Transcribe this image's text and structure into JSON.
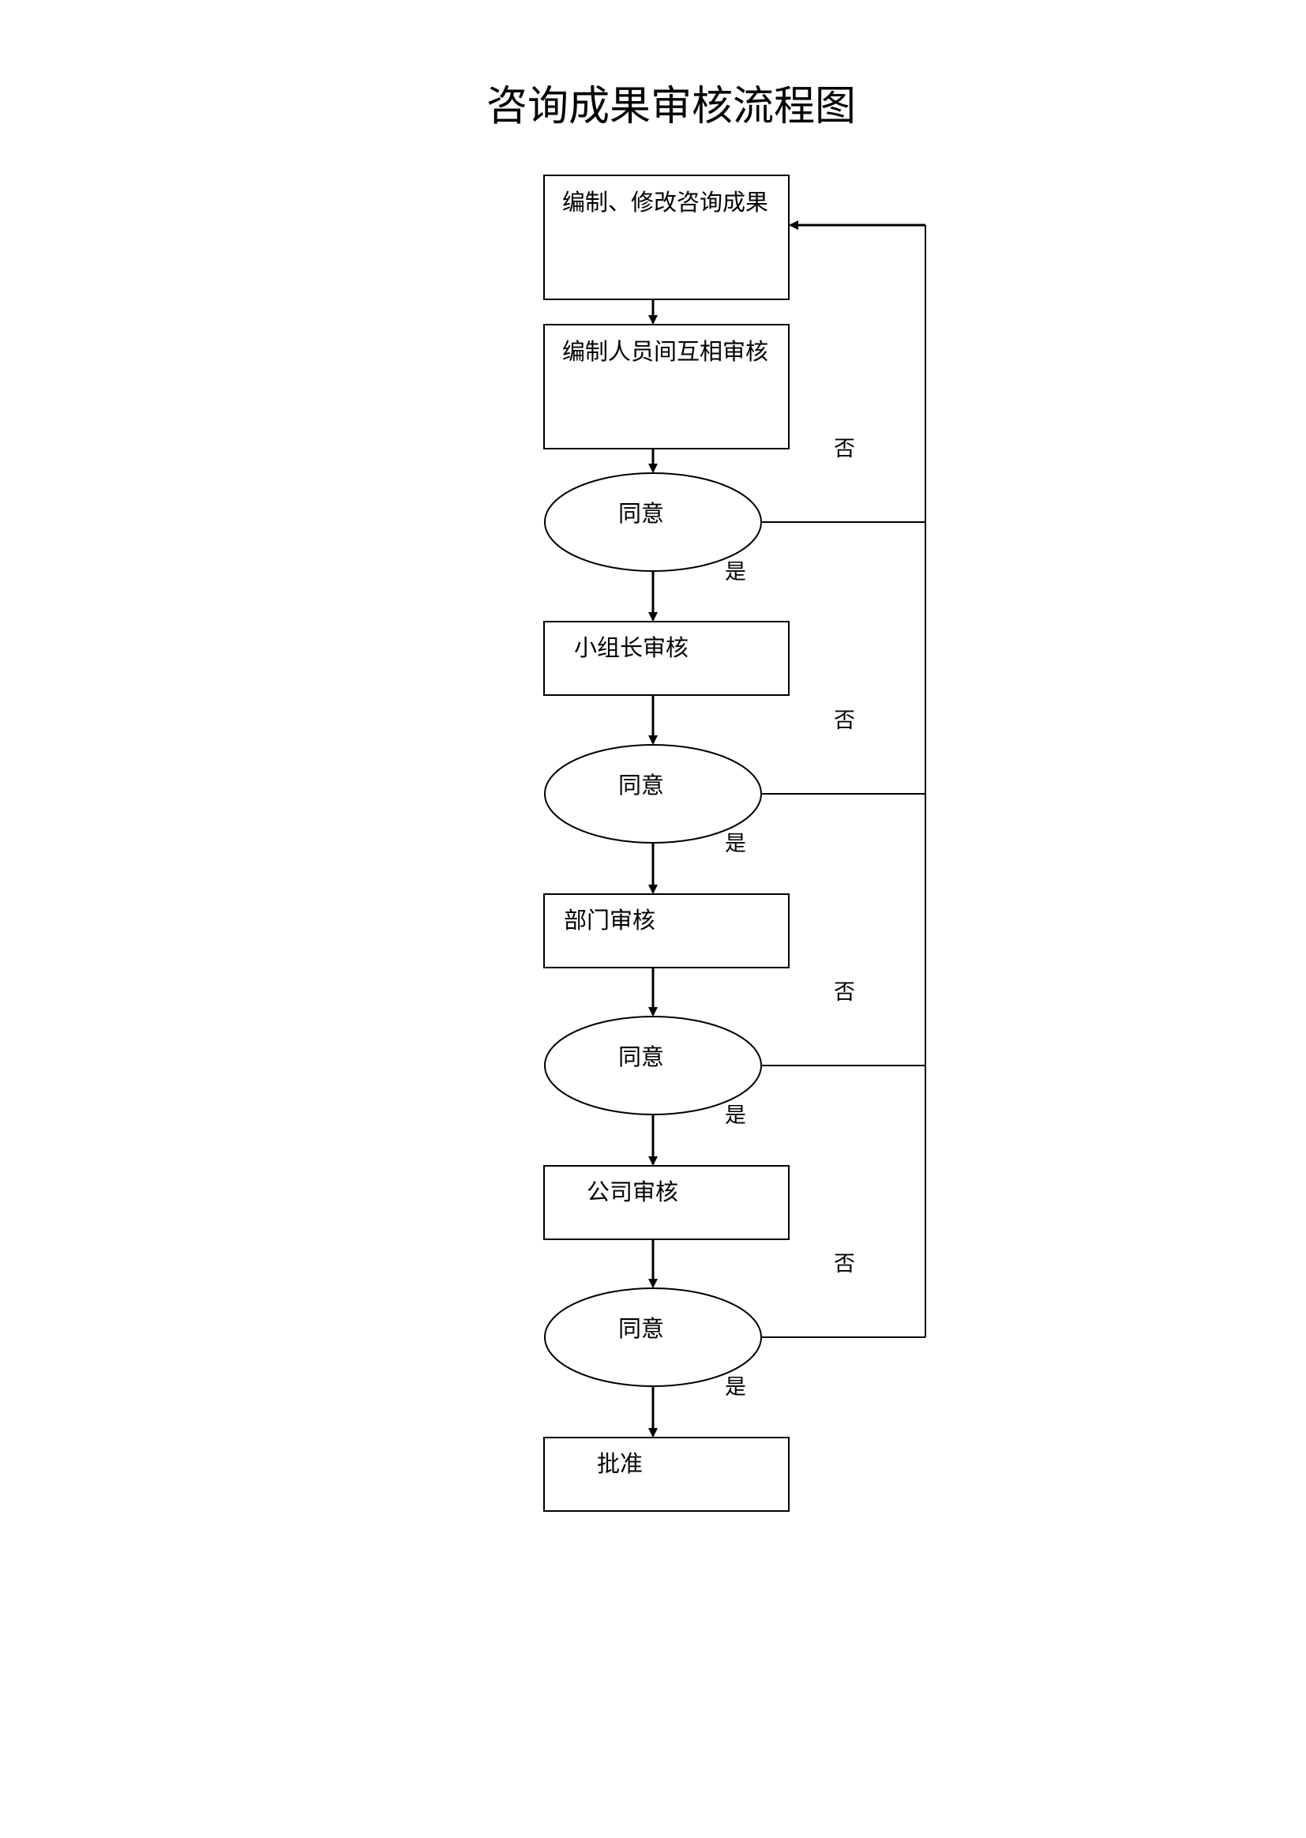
{
  "title": "咨询成果审核流程图",
  "steps": [
    {
      "label": "编制、修改咨询成果"
    },
    {
      "label": "编制人员间互相审核"
    },
    {
      "label": "小组长审核"
    },
    {
      "label": "部门审核"
    },
    {
      "label": "公司审核"
    },
    {
      "label": "批准"
    }
  ],
  "decisions": [
    {
      "label": "同意",
      "yes": "是",
      "no": "否"
    },
    {
      "label": "同意",
      "yes": "是",
      "no": "否"
    },
    {
      "label": "同意",
      "yes": "是",
      "no": "否"
    },
    {
      "label": "同意",
      "yes": "是",
      "no": "否"
    }
  ]
}
